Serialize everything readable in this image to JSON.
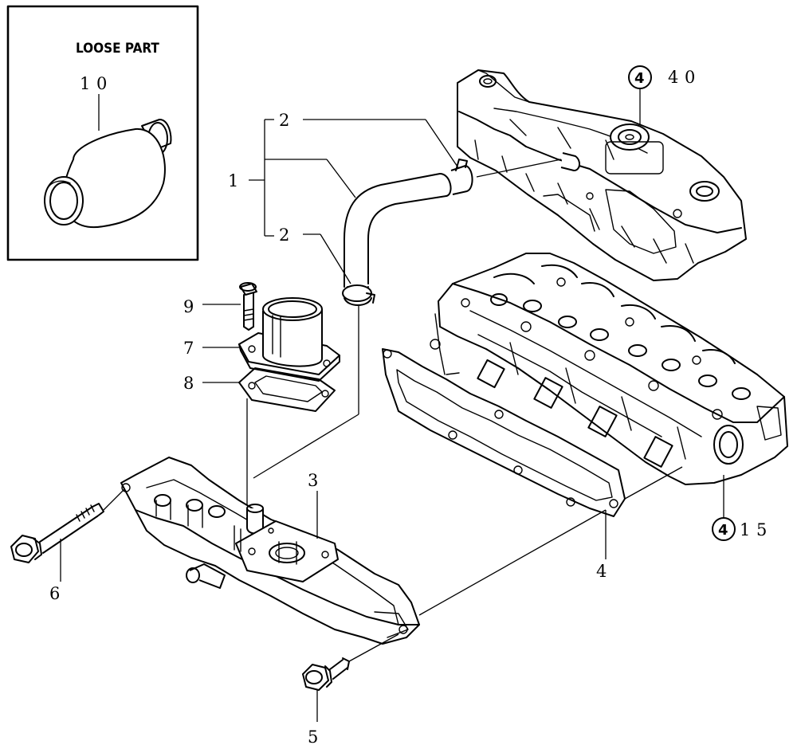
{
  "loose_part": {
    "title": "LOOSE PART",
    "number": "1 0"
  },
  "callouts": {
    "c1": "1",
    "c2a": "2",
    "c2b": "2",
    "c3": "3",
    "c4": "4",
    "c5": "5",
    "c6": "6",
    "c7": "7",
    "c8": "8",
    "c9": "9"
  },
  "references": {
    "ref_cover": {
      "symbol": "4",
      "text": "4 0"
    },
    "ref_head": {
      "symbol": "4",
      "text": "1 5"
    }
  }
}
